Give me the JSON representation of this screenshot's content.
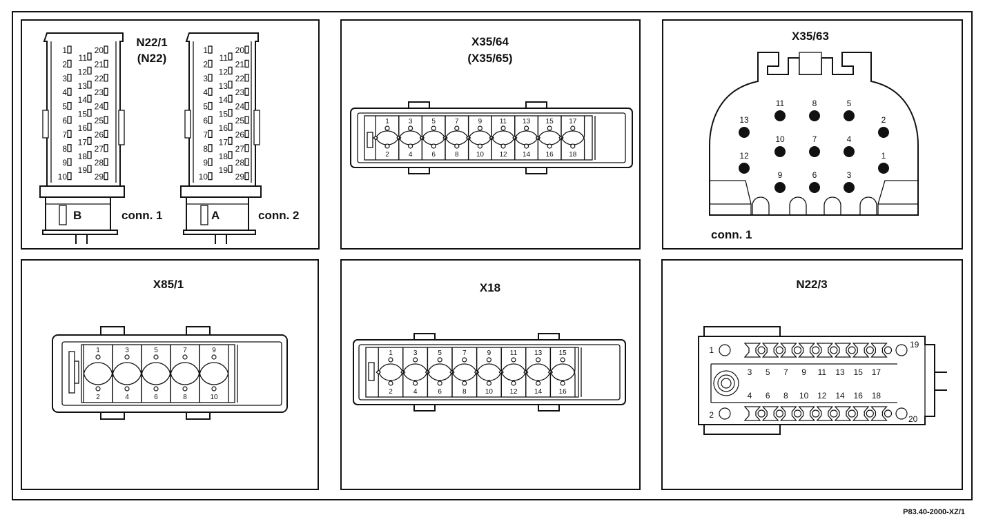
{
  "reference_code": "P83.40-2000-XZ/1",
  "panels": {
    "n22_1": {
      "title": "N22/1",
      "subtitle": "(N22)",
      "connectors": [
        {
          "key": "B",
          "label": "conn. 1"
        },
        {
          "key": "A",
          "label": "conn. 2"
        }
      ],
      "pins_col1": [
        "1",
        "2",
        "3",
        "4",
        "5",
        "6",
        "7",
        "8",
        "9",
        "10"
      ],
      "pins_col2": [
        "11",
        "12",
        "13",
        "14",
        "15",
        "16",
        "17",
        "18",
        "19"
      ],
      "pins_col3": [
        "20",
        "21",
        "22",
        "23",
        "24",
        "25",
        "26",
        "27",
        "28",
        "29"
      ]
    },
    "x35_64": {
      "title": "X35/64",
      "subtitle": "(X35/65)",
      "odd_pins": [
        "1",
        "3",
        "5",
        "7",
        "9",
        "11",
        "13",
        "15",
        "17"
      ],
      "even_pins": [
        "2",
        "4",
        "6",
        "8",
        "10",
        "12",
        "14",
        "16",
        "18"
      ]
    },
    "x35_63": {
      "title": "X35/63",
      "connector_label": "conn. 1",
      "pins": [
        "1",
        "2",
        "3",
        "4",
        "5",
        "6",
        "7",
        "8",
        "9",
        "10",
        "11",
        "12",
        "13"
      ]
    },
    "x85_1": {
      "title": "X85/1",
      "odd_pins": [
        "1",
        "3",
        "5",
        "7",
        "9"
      ],
      "even_pins": [
        "2",
        "4",
        "6",
        "8",
        "10"
      ]
    },
    "x18": {
      "title": "X18",
      "odd_pins": [
        "1",
        "3",
        "5",
        "7",
        "9",
        "11",
        "13",
        "15"
      ],
      "even_pins": [
        "2",
        "4",
        "6",
        "8",
        "10",
        "12",
        "14",
        "16"
      ]
    },
    "n22_3": {
      "title": "N22/3",
      "corner_pins": [
        "1",
        "2",
        "19",
        "20"
      ],
      "odd_pins": [
        "3",
        "5",
        "7",
        "9",
        "11",
        "13",
        "15",
        "17"
      ],
      "even_pins": [
        "4",
        "6",
        "8",
        "10",
        "12",
        "14",
        "16",
        "18"
      ]
    }
  }
}
